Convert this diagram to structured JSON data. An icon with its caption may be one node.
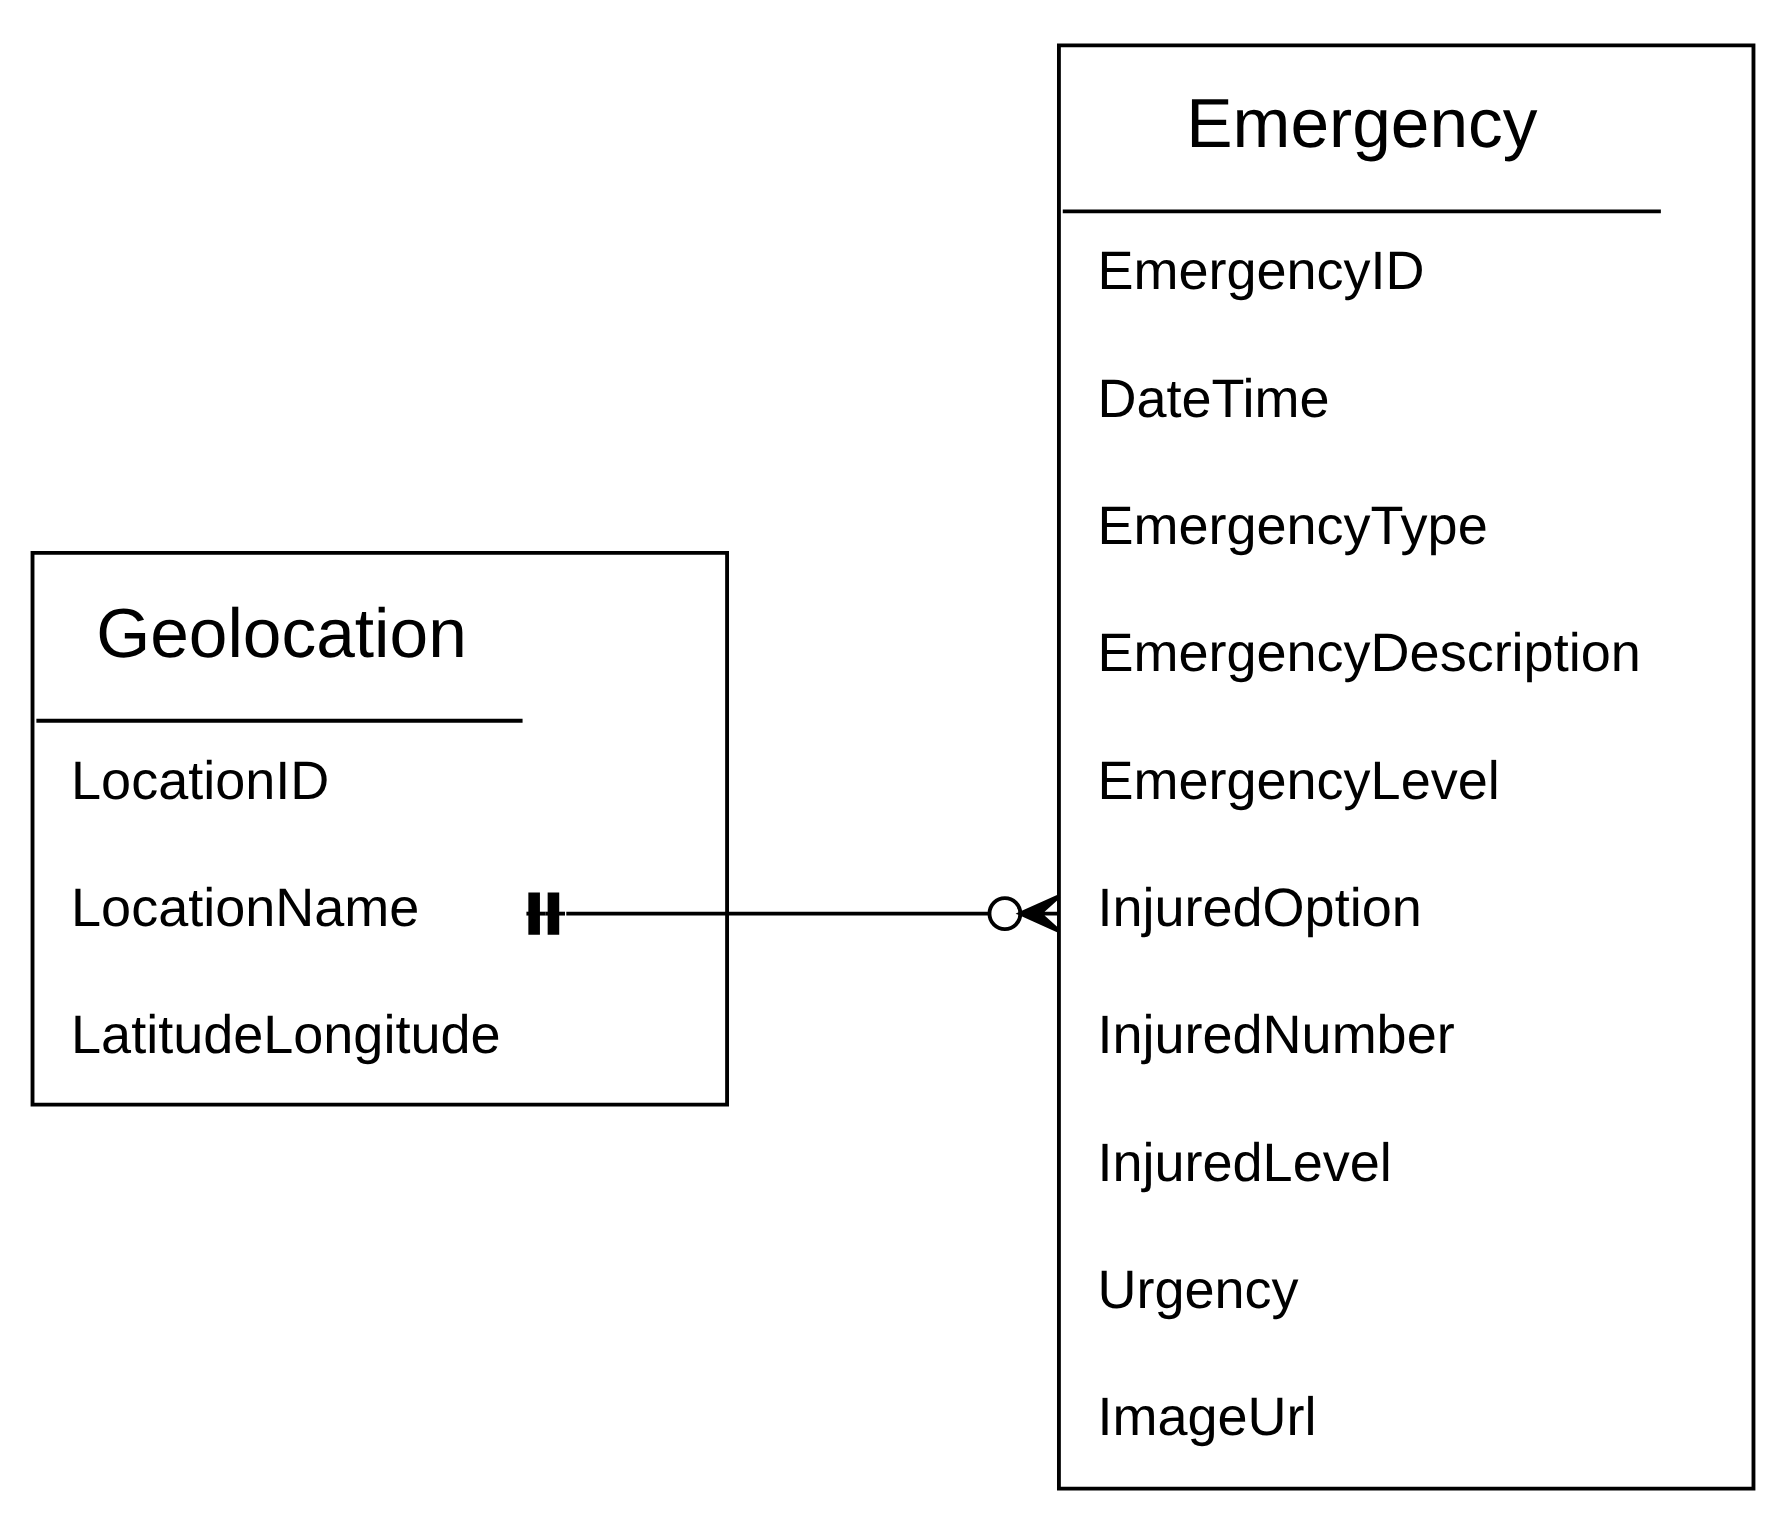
{
  "diagram": {
    "nodes": [
      {
        "text": [
          "Geolocation",
          "LocationID",
          "LocationName",
          "LatitudeLongitude"
        ]
      },
      {
        "text": [
          "Emergency",
          "EmergencyID",
          "DateTime",
          "EmergencyType",
          "EmergencyDescription",
          "EmergencyLevel",
          "InjuredOption",
          "InjuredNumber",
          "InjuredLevel",
          "Urgency",
          "ImageUrl"
        ]
      }
    ],
    "edges": [
      {
        "from": 0,
        "to": 1,
        "arrow": "other"
      }
    ]
  }
}
